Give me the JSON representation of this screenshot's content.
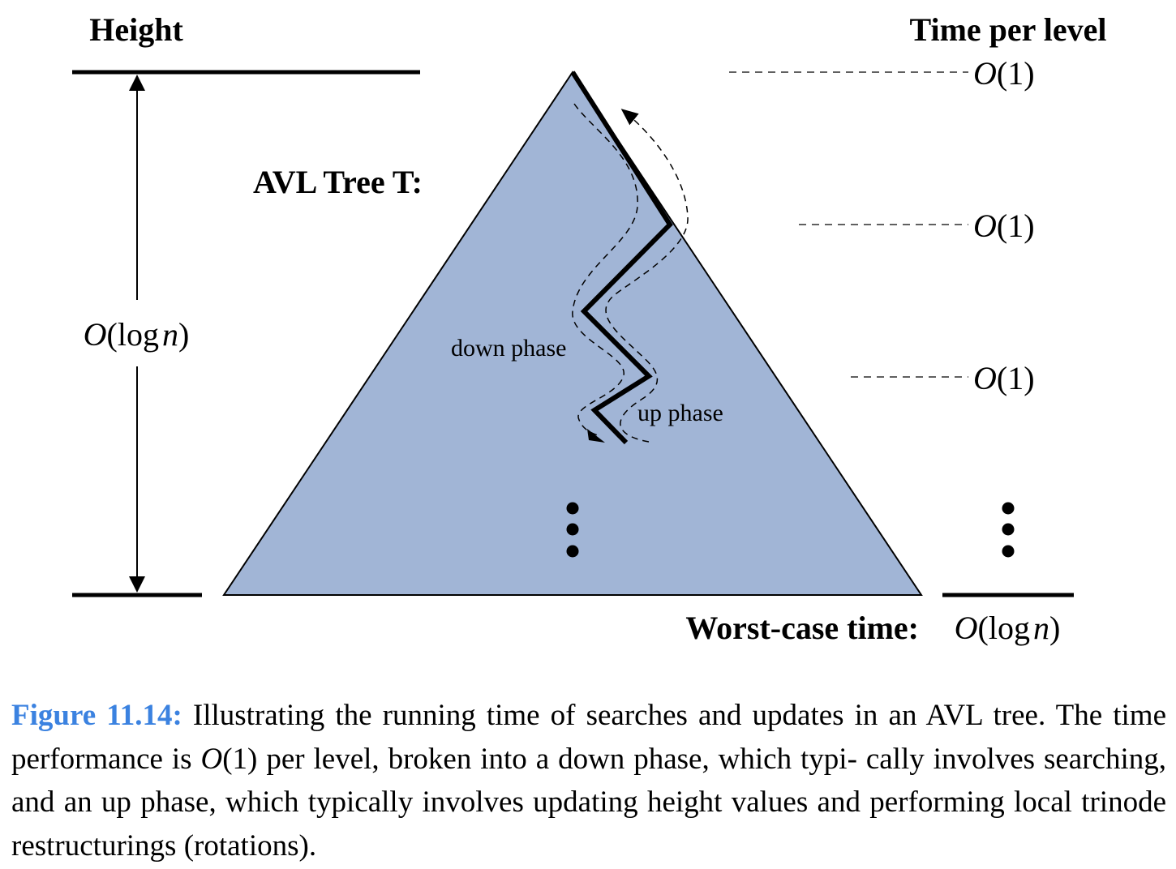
{
  "figure": {
    "height_header": "Height",
    "time_header": "Time per level",
    "tree_label": "AVL Tree T:",
    "height_label": {
      "big_o": "O",
      "open": "(",
      "log": "log",
      "n": "n",
      "close": ")"
    },
    "level_costs": [
      {
        "big_o": "O",
        "arg": "(1)"
      },
      {
        "big_o": "O",
        "arg": "(1)"
      },
      {
        "big_o": "O",
        "arg": "(1)"
      }
    ],
    "down_phase": "down phase",
    "up_phase": "up phase",
    "worst_case_label": "Worst-case time:",
    "worst_case_value": {
      "big_o": "O",
      "open": "(",
      "log": "log",
      "n": "n",
      "close": ")"
    },
    "tree_fill": "#a1b5d6"
  },
  "caption": {
    "label": "Figure 11.14:",
    "text_1": "Illustrating the running time of searches and updates in an AVL tree. The time performance is",
    "math_o": "O",
    "math_arg": "(1)",
    "text_2": "per level, broken into a down phase, which typi- cally involves searching, and an up phase, which typically involves updating height values and performing local trinode restructurings (rotations).",
    "label_color": "#3b82e0"
  }
}
